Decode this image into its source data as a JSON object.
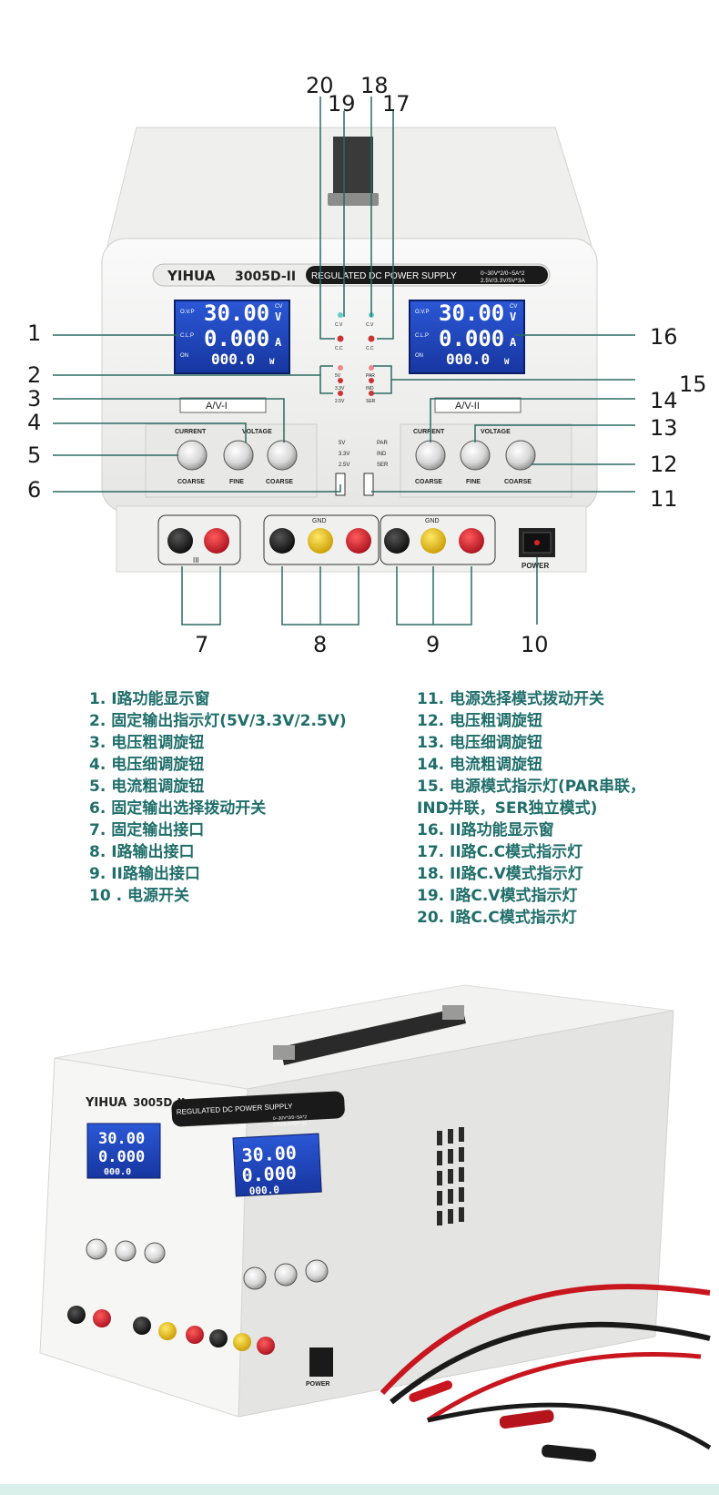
{
  "brand": "YIHUA",
  "model": "3005D-II",
  "panel_title": "REGULATED DC POWER SUPPLY",
  "spec_line1": "0~30V*2/0~5A*2",
  "spec_line2": "2.5V/3.3V/5V*3A",
  "display": {
    "ovp_label": "O.V.P",
    "clp_label": "C.L.P",
    "on_label": "ON",
    "voltage": "30.00",
    "current": "0.000",
    "power": "000.0",
    "unit_cv": "CV",
    "unit_v": "V",
    "unit_a": "A",
    "unit_w": "W"
  },
  "panel_labels": {
    "av1": "A/V-I",
    "av2": "A/V-II",
    "current": "CURRENT",
    "voltage": "VOLTAGE",
    "coarse": "COARSE",
    "fine": "FINE",
    "cv": "C.V",
    "cc": "C.C",
    "v5": "5V",
    "v33": "3.3V",
    "v25": "2.5V",
    "par": "PAR",
    "ind": "IND",
    "ser": "SER",
    "gnd": "GND",
    "power": "POWER",
    "minus": "−",
    "plus": "+",
    "iii": "III"
  },
  "callouts": {
    "n1": "1",
    "n2": "2",
    "n3": "3",
    "n4": "4",
    "n5": "5",
    "n6": "6",
    "n7": "7",
    "n8": "8",
    "n9": "9",
    "n10": "10",
    "n11": "11",
    "n12": "12",
    "n13": "13",
    "n14": "14",
    "n15": "15",
    "n16": "16",
    "n17": "17",
    "n18": "18",
    "n19": "19",
    "n20": "20"
  },
  "legend_left": [
    "1. I路功能显示窗",
    "2. 固定输出指示灯(5V/3.3V/2.5V)",
    "3. 电压粗调旋钮",
    "4. 电压细调旋钮",
    "5. 电流粗调旋钮",
    "6. 固定输出选择拨动开关",
    "7. 固定输出接口",
    "8. I路输出接口",
    "9. II路输出接口",
    "10 . 电源开关"
  ],
  "legend_right": [
    "11. 电源选择模式拨动开关",
    "12. 电压粗调旋钮",
    "13. 电压细调旋钮",
    "14. 电流粗调旋钮",
    "15. 电源模式指示灯(PAR串联，",
    "IND并联，SER独立模式)",
    "16. II路功能显示窗",
    "17. II路C.C模式指示灯",
    "18. II路C.V模式指示灯",
    "19. I路C.V模式指示灯",
    "20. I路C.C模式指示灯"
  ],
  "colors": {
    "teal_text": "#1f6e6a",
    "leader_line": "#2a6b64",
    "lcd_blue": "#1c3fb0",
    "terminal_red": "#d0182a",
    "terminal_yellow": "#f0c400",
    "terminal_black": "#1a1a1a",
    "body_white": "#f4f4f2"
  }
}
